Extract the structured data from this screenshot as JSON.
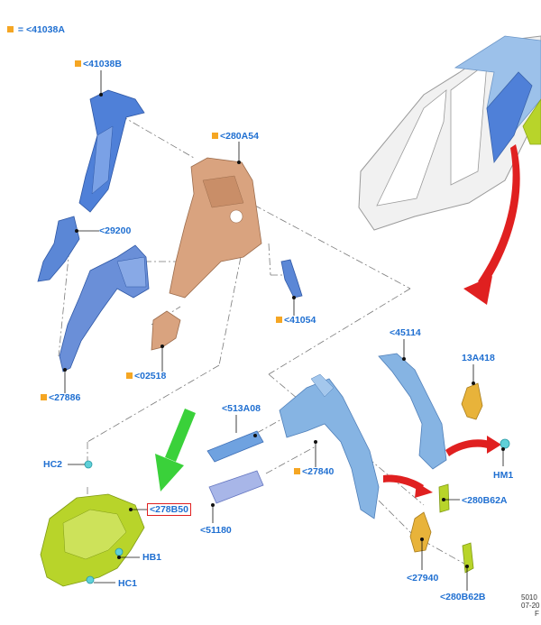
{
  "legend": {
    "symbol": "=",
    "label": "<41038A"
  },
  "colors": {
    "label": "#1f6fd1",
    "marker": "#f5a623",
    "highlight_border": "#e02020",
    "arrow_red": "#e02020",
    "arrow_green": "#3ad13a",
    "part_blue": "#4f80d8",
    "part_tan": "#d9a37f",
    "part_lightblue": "#86b4e3",
    "part_yellow": "#b8d42a",
    "part_orange": "#e8b33a"
  },
  "labels": {
    "l41038b": "<41038B",
    "l280a54": "<280A54",
    "l29200": "<29200",
    "l41054": "<41054",
    "l02518": "<02518",
    "l27886": "<27886",
    "l45114": "<45114",
    "l13a418": "13A418",
    "l513a08": "<513A08",
    "l27840": "<27840",
    "hm1": "HM1",
    "hc2": "HC2",
    "l278b50": "<278B50",
    "l280b62a": "<280B62A",
    "l51180": "<51180",
    "hb1": "HB1",
    "l27940": "<27940",
    "hc1": "HC1",
    "l280b62b": "<280B62B"
  },
  "footer": {
    "line1": "5010",
    "line2": "07-20",
    "line3": "F"
  }
}
